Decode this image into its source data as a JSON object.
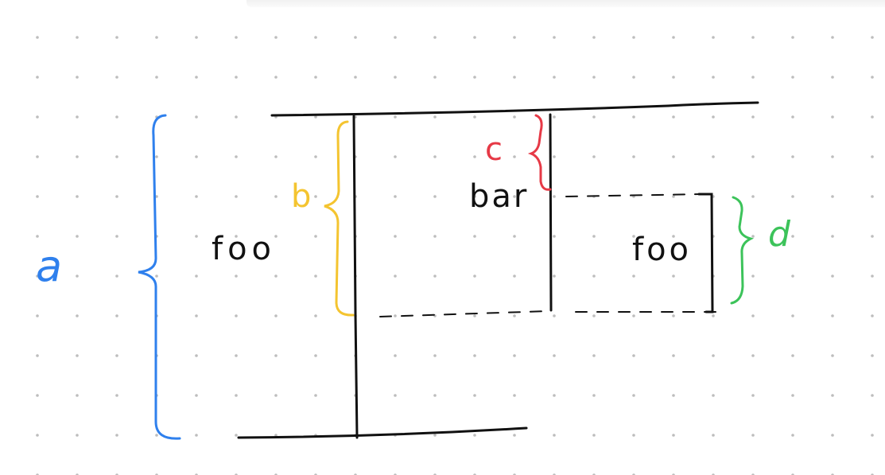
{
  "diagram": {
    "labels": {
      "a": "a",
      "b": "b",
      "c": "c",
      "d": "d",
      "left_text": "foo",
      "middle_text": "bar",
      "right_text": "foo"
    },
    "colors": {
      "background": "#ffffff",
      "dots": "#bdbdbd",
      "ink": "#111111",
      "a_brace": "#2f80ed",
      "b_brace": "#f4c430",
      "c_brace": "#e63946",
      "d_brace": "#3cc35a"
    }
  }
}
